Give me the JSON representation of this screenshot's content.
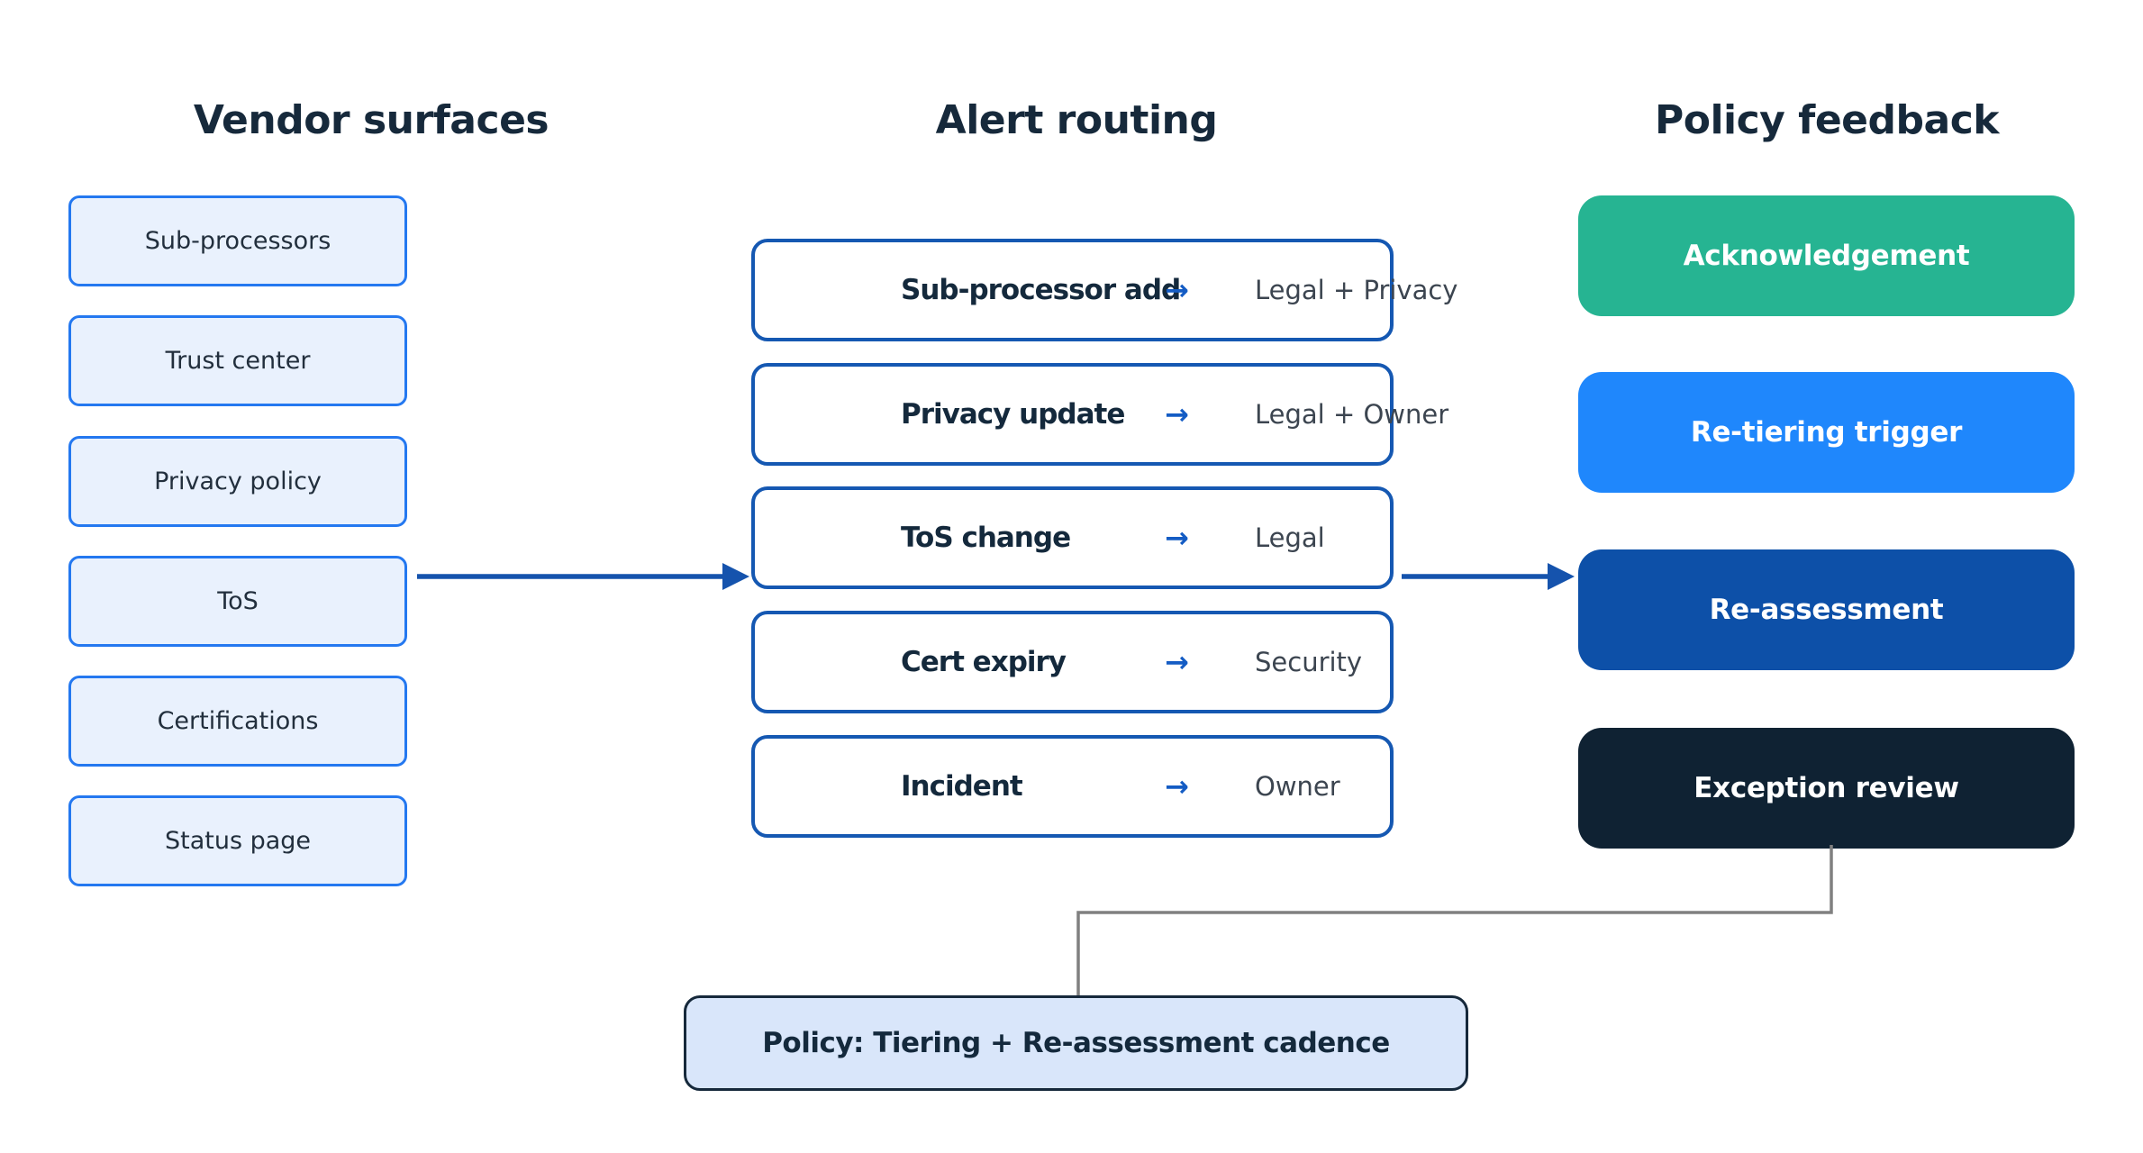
{
  "columns": {
    "vendor": {
      "title": "Vendor surfaces"
    },
    "routing": {
      "title": "Alert routing"
    },
    "feedback": {
      "title": "Policy feedback"
    }
  },
  "vendor_surfaces": {
    "items": [
      "Sub-processors",
      "Trust center",
      "Privacy policy",
      "ToS",
      "Certifications",
      "Status page"
    ]
  },
  "alert_routing": {
    "arrow_glyph": "→",
    "rows": [
      {
        "event": "Sub-processor add",
        "route": "Legal + Privacy"
      },
      {
        "event": "Privacy update",
        "route": "Legal + Owner"
      },
      {
        "event": "ToS change",
        "route": "Legal"
      },
      {
        "event": "Cert expiry",
        "route": "Security"
      },
      {
        "event": "Incident",
        "route": "Owner"
      }
    ]
  },
  "policy_feedback": {
    "items": [
      {
        "label": "Acknowledgement",
        "color": "#26b492"
      },
      {
        "label": "Re-tiering trigger",
        "color": "#1f87fc"
      },
      {
        "label": "Re-assessment",
        "color": "#0d50a8"
      },
      {
        "label": "Exception review",
        "color": "#0f2233"
      }
    ]
  },
  "policy_note": {
    "label": "Policy: Tiering + Re-assessment cadence"
  },
  "colors": {
    "title_text": "#16293b",
    "vendor_box_fill": "#e9f1fd",
    "vendor_box_border": "#2478f0",
    "routing_box_border": "#1558b2",
    "routing_event_text": "#14293c",
    "routing_route_text": "#3c4550",
    "routing_arrow_glyph": "#145cc4",
    "flow_arrow": "#1553ad",
    "elbow_connector": "#808080",
    "policy_box_fill": "#d9e6fa",
    "policy_box_border": "#16293b"
  }
}
